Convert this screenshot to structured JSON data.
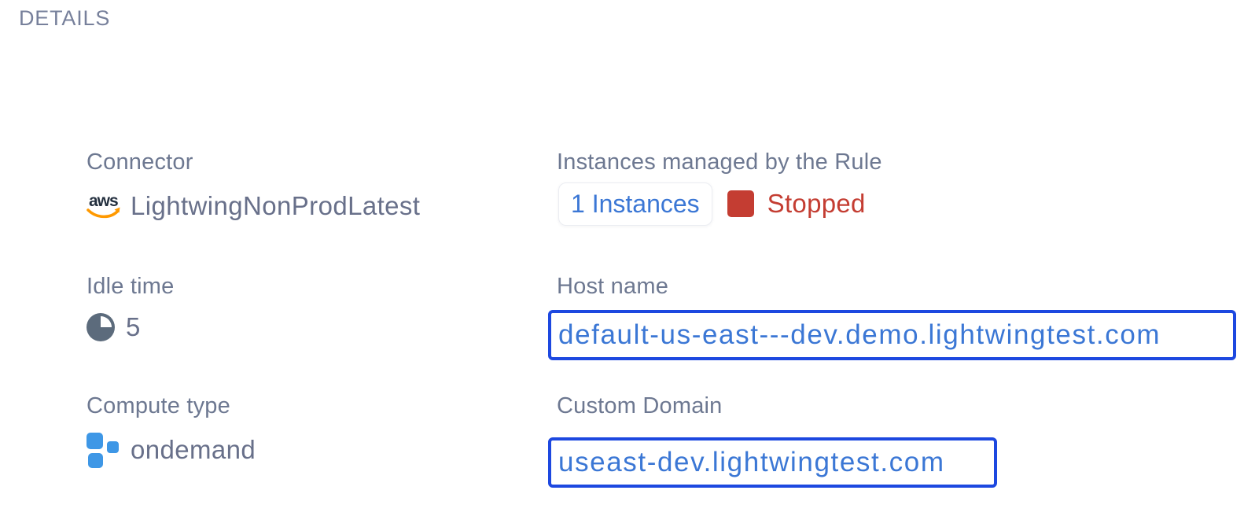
{
  "heading": "DETAILS",
  "colors": {
    "heading_gray": "#77809b",
    "label_gray": "#6d7891",
    "value_gray": "#68708a",
    "link_blue": "#3b77d5",
    "border_blue": "#1d48e0",
    "status_red": "#c43d32",
    "aws_navy": "#232f3e",
    "aws_orange": "#ff9900",
    "icon_blue": "#3e97e6",
    "icon_slate": "#5c6b7c"
  },
  "fields": {
    "connector": {
      "label": "Connector",
      "value": "LightwingNonProdLatest",
      "icon": "aws-icon"
    },
    "idle_time": {
      "label": "Idle time",
      "value": "5",
      "icon": "pie-clock-icon"
    },
    "compute_type": {
      "label": "Compute type",
      "value": "ondemand",
      "icon": "compute-blocks-icon"
    },
    "instances": {
      "label": "Instances managed by the Rule",
      "count_link": "1 Instances",
      "status": "Stopped"
    },
    "host_name": {
      "label": "Host name",
      "value": "default-us-east---dev.demo.lightwingtest.com"
    },
    "custom_domain": {
      "label": "Custom Domain",
      "value": "useast-dev.lightwingtest.com"
    }
  }
}
